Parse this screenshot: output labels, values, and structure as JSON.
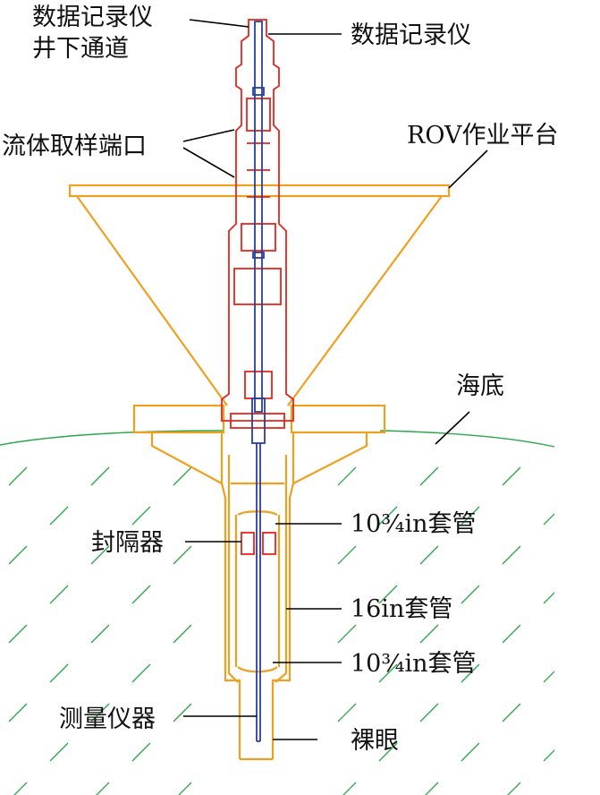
{
  "labels": {
    "data_logger_channel_line1": "数据记录仪",
    "data_logger_channel_line2": "井下通道",
    "data_logger": "数据记录仪",
    "fluid_sampling_port": "流体取样端口",
    "rov_platform": "ROV作业平台",
    "seabed": "海底",
    "packer": "封隔器",
    "casing_10_3_4_upper": "10¾in套管",
    "casing_16": "16in套管",
    "casing_10_3_4_lower": "10¾in套管",
    "measuring_instrument": "测量仪器",
    "open_hole": "裸眼"
  },
  "colors": {
    "platform_casing": "#f0a020",
    "wellhead_assembly": "#e8241c",
    "instrument_string": "#2b3f9a",
    "seabed_line": "#2aa84a",
    "leader_line": "#000000"
  }
}
